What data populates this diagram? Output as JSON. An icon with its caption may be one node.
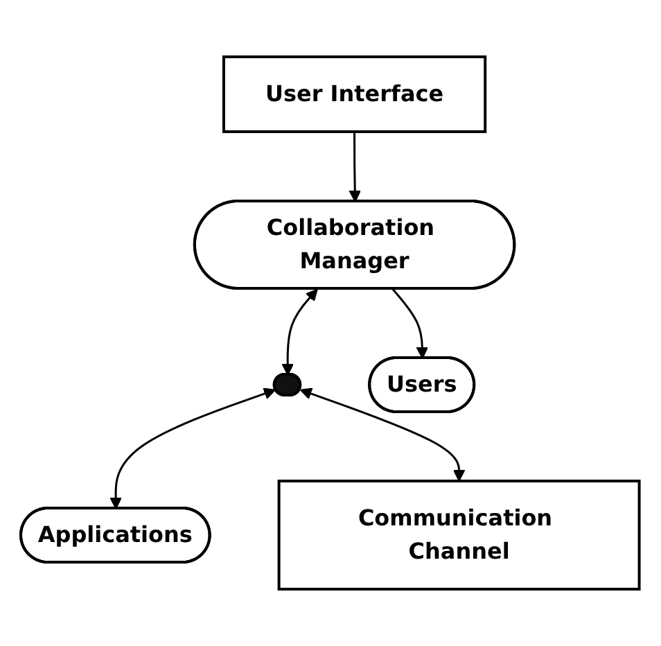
{
  "diagram": {
    "nodes": [
      {
        "text": [
          "User Interface"
        ]
      },
      {
        "text": [
          "Collaboration Manager"
        ]
      },
      {
        "text": [],
        "shape": "ellipse"
      },
      {
        "text": [
          "Applications"
        ]
      },
      {
        "text": [
          "Users"
        ]
      },
      {
        "text": [
          "Communication Channel"
        ]
      }
    ],
    "edges": [
      {
        "from": 0,
        "to": 1,
        "arrow": "to"
      },
      {
        "from": 1,
        "to": 2,
        "arrow": "both"
      },
      {
        "from": 2,
        "to": 3,
        "arrow": "both"
      },
      {
        "from": 1,
        "to": 4,
        "arrow": "to"
      },
      {
        "from": 2,
        "to": 5,
        "arrow": "both"
      }
    ]
  }
}
